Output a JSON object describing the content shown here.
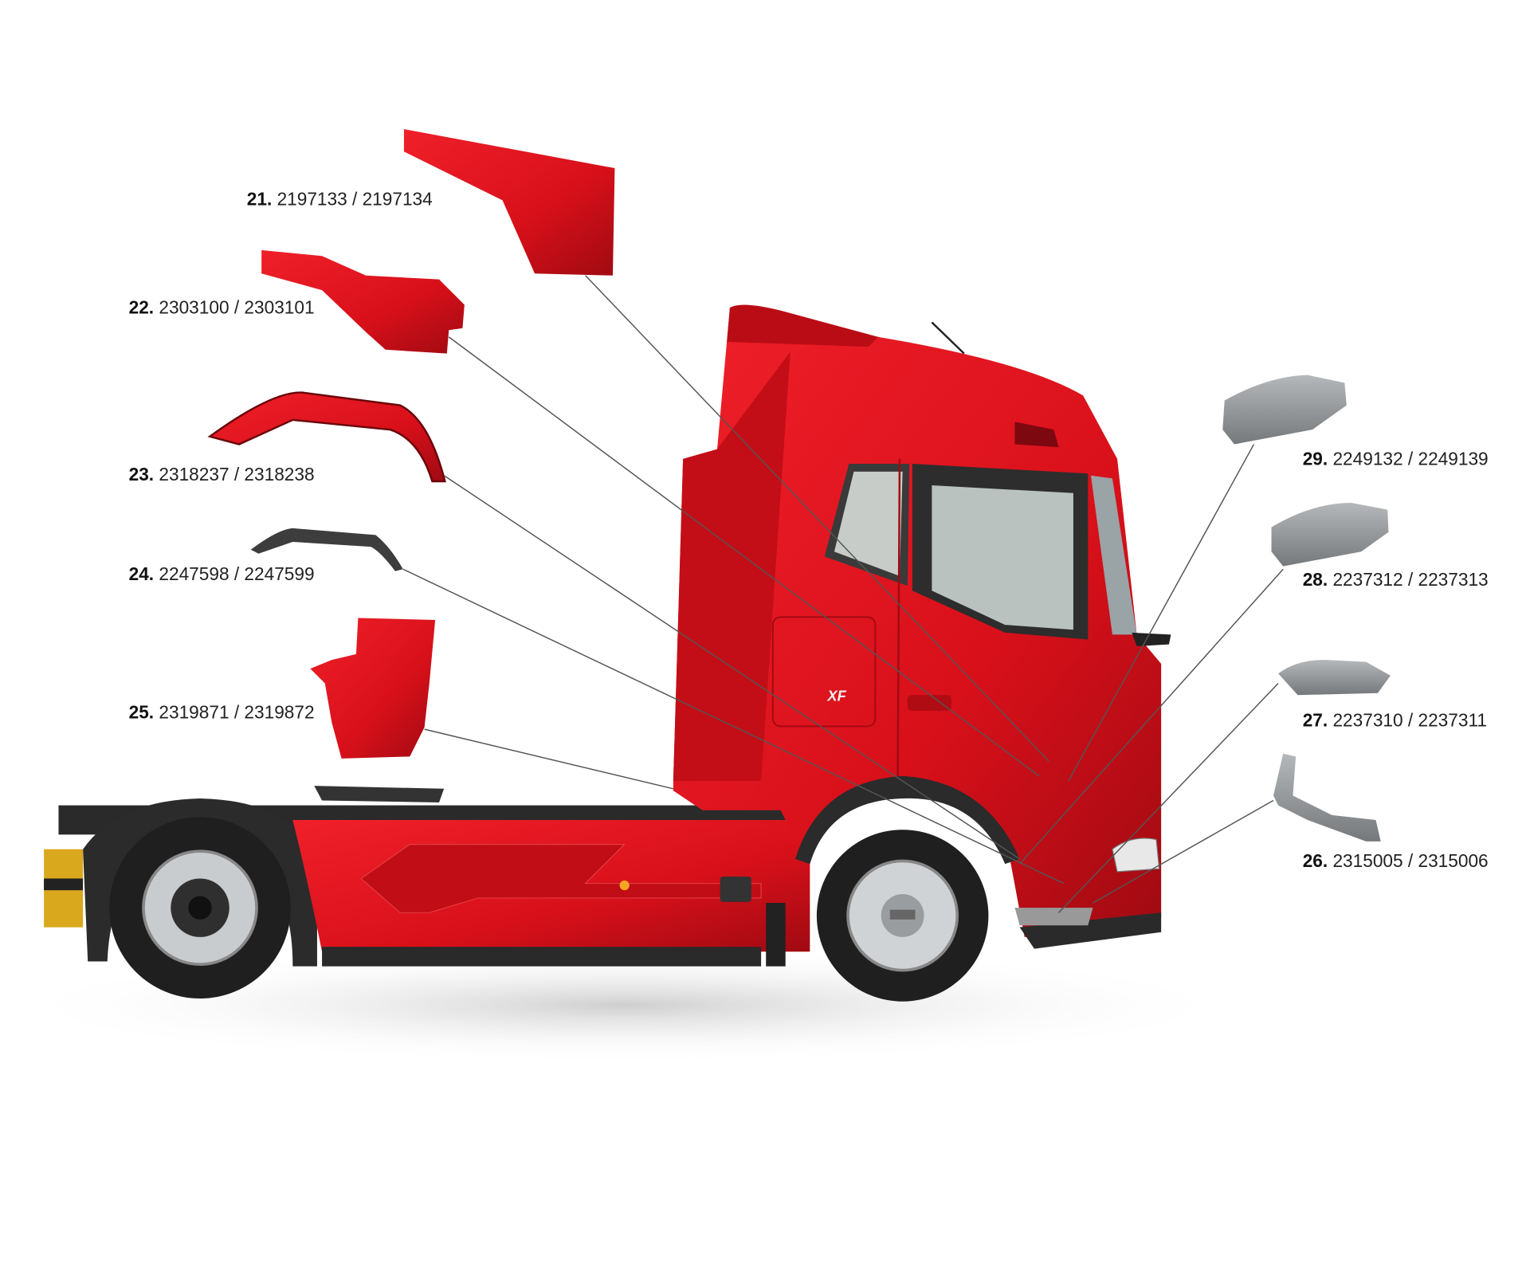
{
  "colors": {
    "body_red": "#d8101a",
    "dark_red": "#8e0a10",
    "grey_part": "#8d9094",
    "leader_line": "#555555",
    "text": "#111111"
  },
  "parts": [
    {
      "number": "21.",
      "part_numbers": "2197133 / 2197134"
    },
    {
      "number": "22.",
      "part_numbers": "2303100 / 2303101"
    },
    {
      "number": "23.",
      "part_numbers": "2318237 / 2318238"
    },
    {
      "number": "24.",
      "part_numbers": "2247598 / 2247599"
    },
    {
      "number": "25.",
      "part_numbers": "2319871 / 2319872"
    },
    {
      "number": "26.",
      "part_numbers": "2315005 / 2315006"
    },
    {
      "number": "27.",
      "part_numbers": "2237310 / 2237311"
    },
    {
      "number": "28.",
      "part_numbers": "2237312 / 2237313"
    },
    {
      "number": "29.",
      "part_numbers": "2249132 / 2249139"
    }
  ],
  "truck": {
    "badge": "XF"
  }
}
